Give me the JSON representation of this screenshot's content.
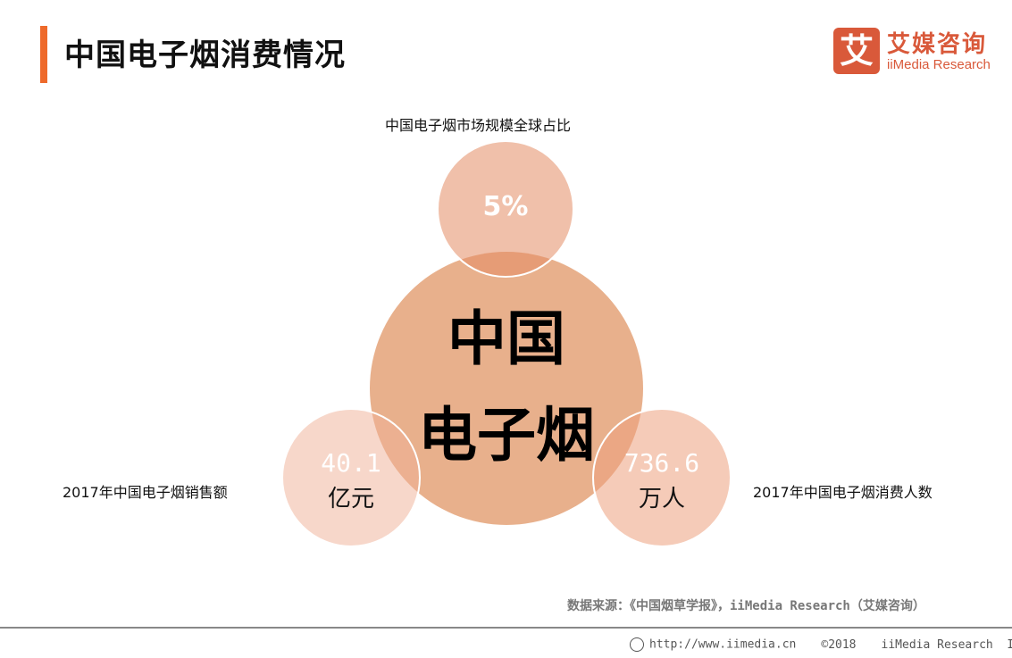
{
  "header": {
    "title": "中国电子烟消费情况"
  },
  "logo": {
    "mark": "艾",
    "cn": "艾媒咨询",
    "en": "iiMedia Research"
  },
  "diagram": {
    "center": {
      "line1": "中国",
      "line2": "电子烟"
    },
    "top": {
      "label": "中国电子烟市场规模全球占比",
      "value": "5%"
    },
    "left": {
      "label": "2017年中国电子烟销售额",
      "value": "40.1",
      "unit": "亿元"
    },
    "right": {
      "label": "2017年中国电子烟消费人数",
      "value": "736.6",
      "unit": "万人"
    },
    "colors": {
      "center": "#e8b08c",
      "top": "#eebc9f",
      "left": "#f5d3c6",
      "right": "#f2c4ad",
      "accent": "#ee6a2b"
    }
  },
  "source": "数据来源：《中国烟草学报》，iiMedia Research（艾媒咨询）",
  "footer": {
    "url": "http://www.iimedia.cn",
    "copyright": "©2018",
    "company": "iiMedia Research  Inc"
  }
}
